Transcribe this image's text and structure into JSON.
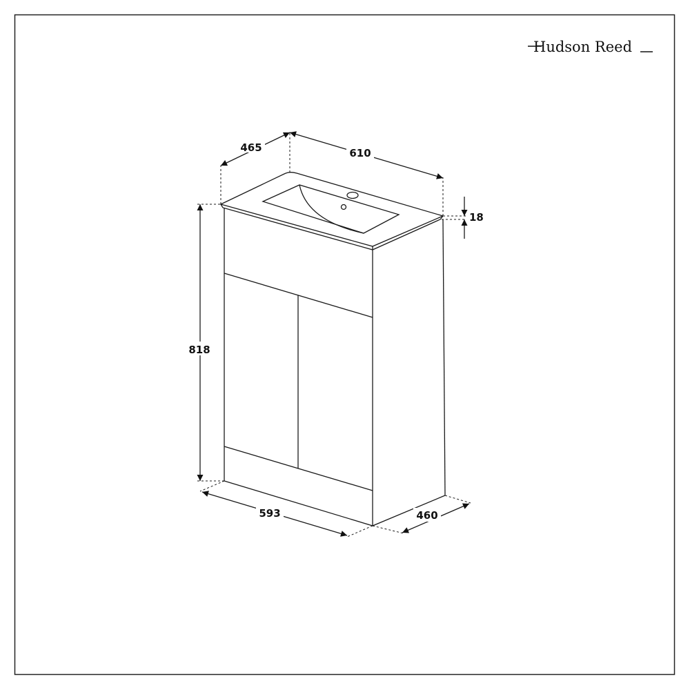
{
  "brand": {
    "logo_text": "Hudson Reed"
  },
  "dimensions": {
    "basin_depth": "465",
    "basin_width": "610",
    "basin_thickness": "18",
    "height": "818",
    "cabinet_width": "593",
    "cabinet_depth": "460"
  },
  "colors": {
    "line": "#1a1a1a",
    "background": "#ffffff"
  }
}
